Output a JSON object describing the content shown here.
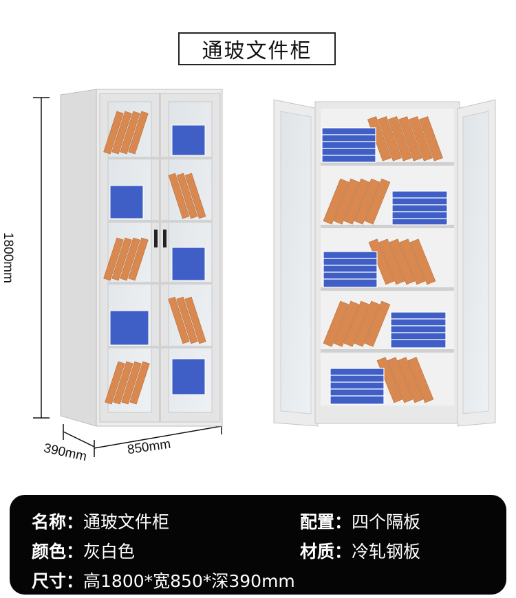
{
  "title": "通玻文件柜",
  "dimensions": {
    "height": "1800mm",
    "depth": "390mm",
    "width": "850mm"
  },
  "specs": {
    "name_key": "名称：",
    "name_val": "通玻文件柜",
    "color_key": "颜色：",
    "color_val": "灰白色",
    "size_key": "尺寸：",
    "size_val": "高1800*宽850*深390mm",
    "config_key": "配置：",
    "config_val": "四个隔板",
    "material_key": "材质：",
    "material_val": "冷轧钢板"
  },
  "colors": {
    "cabinet": "#e9e9e9",
    "binder_orange": "#d9894f",
    "binder_blue": "#3f5fc7",
    "panel_bg": "#050505"
  }
}
